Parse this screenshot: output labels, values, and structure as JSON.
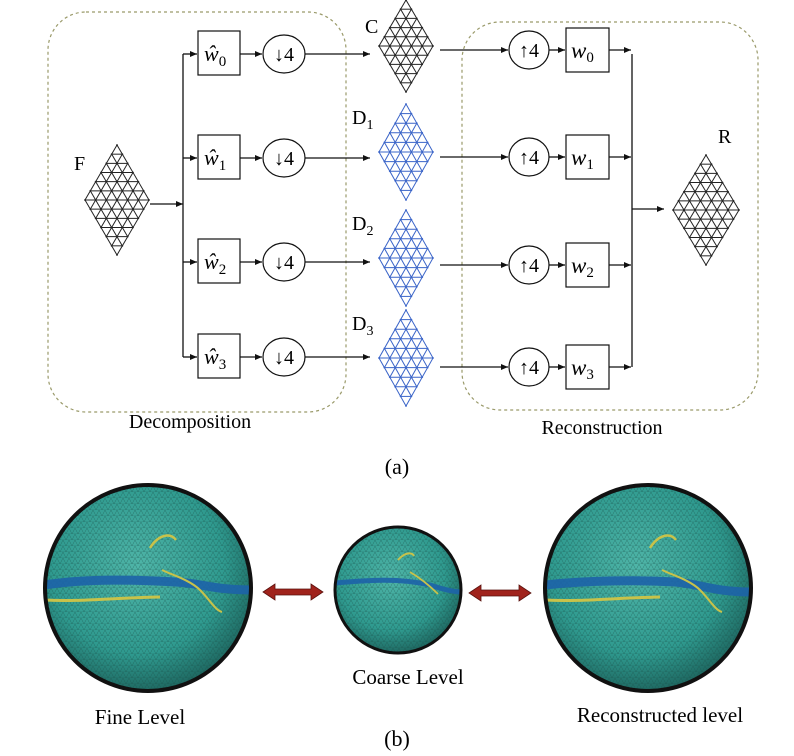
{
  "panel_a": {
    "caption": "(a)",
    "input_label": "F",
    "output_label": "R",
    "decomposition_label": "Decomposition",
    "reconstruction_label": "Reconstruction",
    "analysis_filters": [
      {
        "symbol": "ŵ",
        "subscript": "0"
      },
      {
        "symbol": "ŵ",
        "subscript": "1"
      },
      {
        "symbol": "ŵ",
        "subscript": "2"
      },
      {
        "symbol": "ŵ",
        "subscript": "3"
      }
    ],
    "downsample_label": "↓4",
    "upsample_label": "↑4",
    "coefficient_labels": [
      {
        "text": "C",
        "sub": ""
      },
      {
        "text": "D",
        "sub": "1"
      },
      {
        "text": "D",
        "sub": "2"
      },
      {
        "text": "D",
        "sub": "3"
      }
    ],
    "synthesis_filters": [
      {
        "symbol": "w",
        "subscript": "0"
      },
      {
        "symbol": "w",
        "subscript": "1"
      },
      {
        "symbol": "w",
        "subscript": "2"
      },
      {
        "symbol": "w",
        "subscript": "3"
      }
    ]
  },
  "panel_b": {
    "caption": "(b)",
    "spheres": [
      {
        "label": "Fine Level"
      },
      {
        "label": "Coarse Level"
      },
      {
        "label": "Reconstructed level"
      }
    ]
  },
  "colors": {
    "black_mesh": "#222222",
    "blue_mesh": "#3a64c8",
    "dashed_border": "#9a9a6a",
    "sphere_fill": "#3aa39a",
    "sphere_edge": "#111111",
    "arrow_fill": "#a0231c",
    "band_blue": "#1d63a8",
    "band_yellow": "#c8c24a"
  }
}
